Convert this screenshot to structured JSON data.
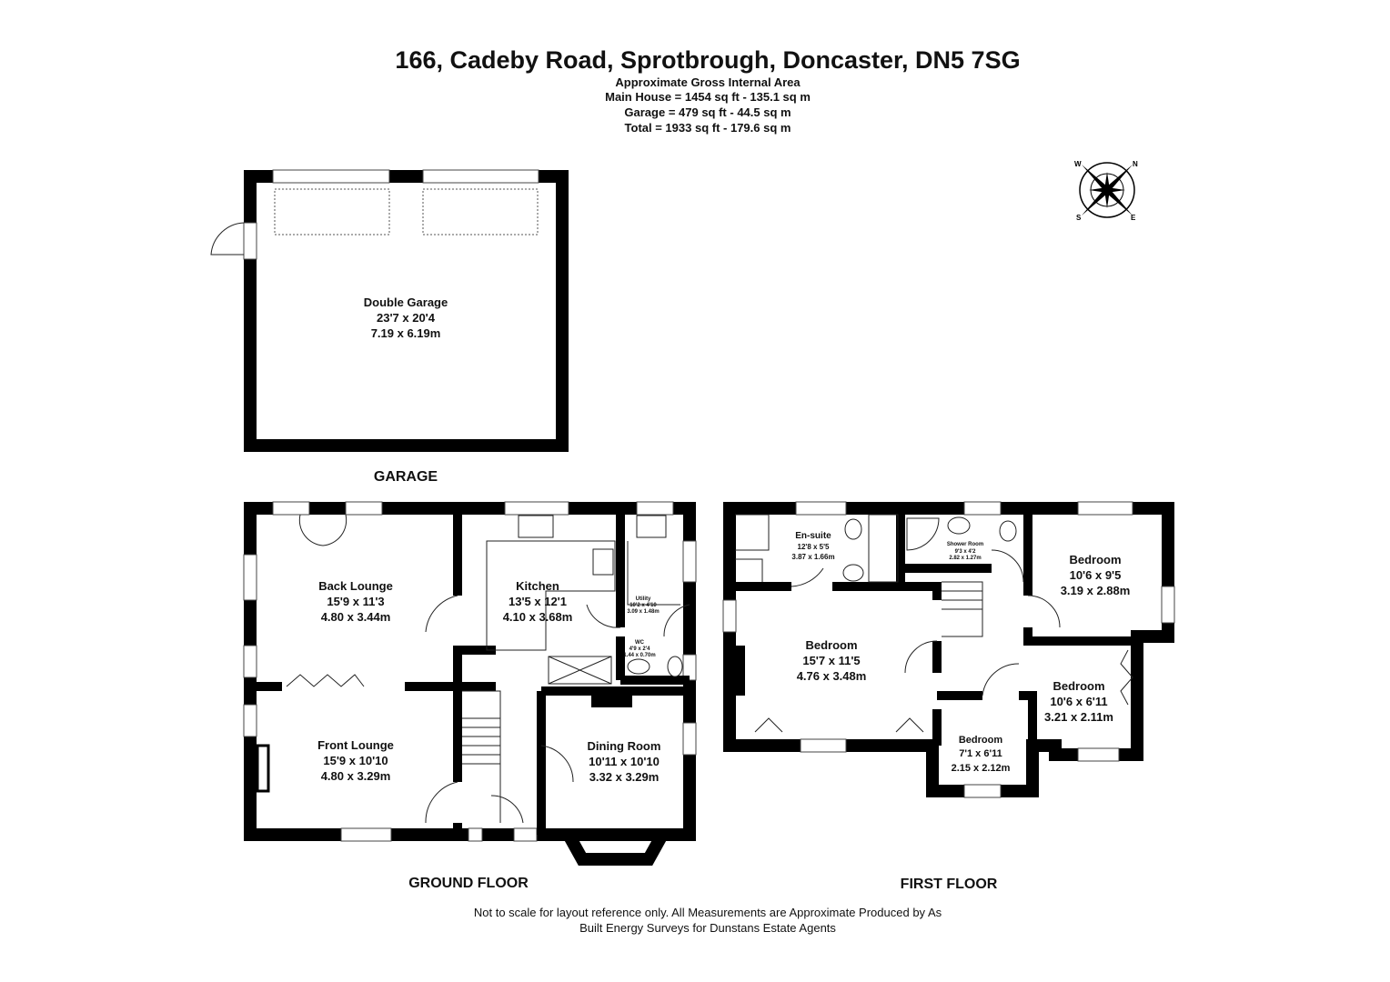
{
  "header": {
    "title": "166, Cadeby Road, Sprotbrough, Doncaster, DN5 7SG",
    "subtitle": "Approximate Gross Internal Area",
    "areas": [
      "Main House = 1454 sq ft - 135.1 sq m",
      "Garage = 479 sq ft - 44.5 sq m",
      "Total = 1933 sq ft - 179.6 sq m"
    ]
  },
  "compass": {
    "icon": "compass-rose-icon",
    "labels": [
      "N",
      "E",
      "S",
      "W"
    ]
  },
  "floors": {
    "garage": {
      "label": "GARAGE",
      "rooms": [
        {
          "name": "Double Garage",
          "imperial": "23'7 x 20'4",
          "metric": "7.19 x 6.19m"
        }
      ]
    },
    "ground": {
      "label": "GROUND FLOOR",
      "rooms": [
        {
          "name": "Back Lounge",
          "imperial": "15'9 x 11'3",
          "metric": "4.80 x 3.44m"
        },
        {
          "name": "Kitchen",
          "imperial": "13'5 x 12'1",
          "metric": "4.10 x 3.68m"
        },
        {
          "name": "Utility",
          "imperial": "10'2 x 4'10",
          "metric": "3.09 x 1.48m"
        },
        {
          "name": "WC",
          "imperial": "4'9 x 2'4",
          "metric": "1.44 x 0.70m"
        },
        {
          "name": "Front Lounge",
          "imperial": "15'9 x 10'10",
          "metric": "4.80 x 3.29m"
        },
        {
          "name": "Dining Room",
          "imperial": "10'11 x 10'10",
          "metric": "3.32 x 3.29m"
        }
      ]
    },
    "first": {
      "label": "FIRST FLOOR",
      "rooms": [
        {
          "name": "En-suite",
          "imperial": "12'8 x 5'5",
          "metric": "3.87 x 1.66m"
        },
        {
          "name": "Shower Room",
          "imperial": "9'3 x 4'2",
          "metric": "2.82 x 1.27m"
        },
        {
          "name": "Bedroom",
          "imperial": "10'6 x 9'5",
          "metric": "3.19 x 2.88m"
        },
        {
          "name": "Bedroom",
          "imperial": "15'7 x 11'5",
          "metric": "4.76 x 3.48m"
        },
        {
          "name": "Bedroom",
          "imperial": "10'6 x 6'11",
          "metric": "3.21 x 2.11m"
        },
        {
          "name": "Bedroom",
          "imperial": "7'1 x 6'11",
          "metric": "2.15 x 2.12m"
        }
      ]
    }
  },
  "footer": {
    "lines": [
      "Not to scale for layout reference only. All Measurements are Approximate Produced by As",
      "Built Energy Surveys for Dunstans Estate Agents"
    ]
  }
}
